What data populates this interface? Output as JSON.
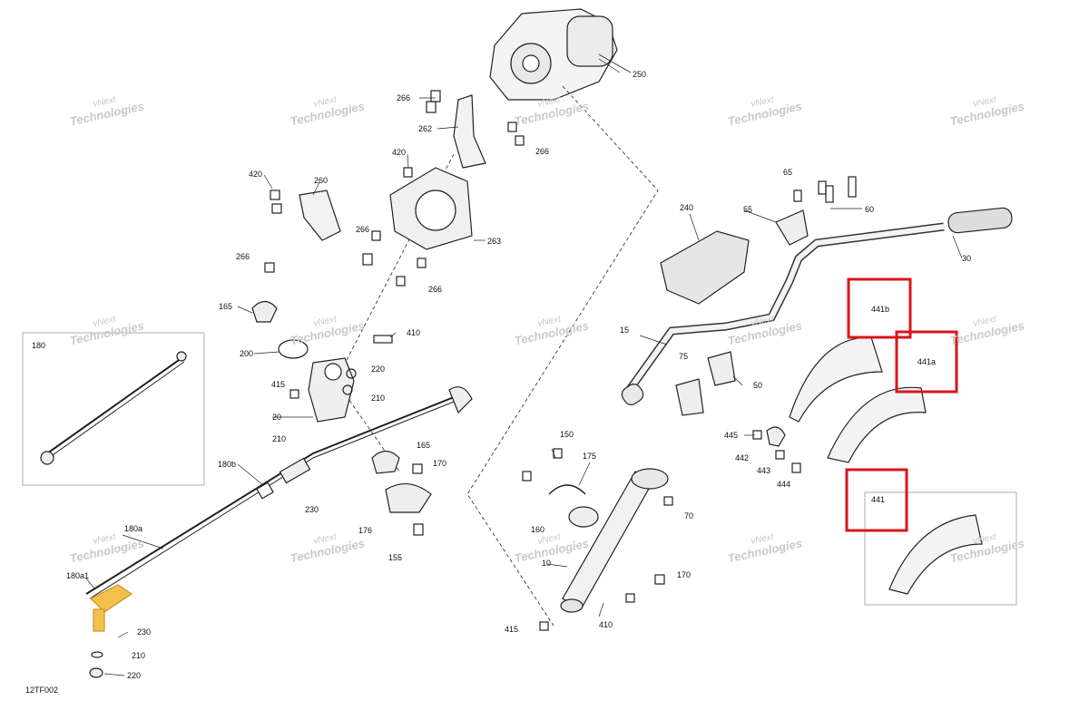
{
  "drawing_code": "12TF002",
  "watermark": {
    "line1": "vNext",
    "line2": "Technologies"
  },
  "highlight_color": "#d9151b",
  "tie_rod_end_color": "#f2c14a",
  "callouts": [
    "250",
    "266",
    "262",
    "266",
    "420",
    "420",
    "260",
    "263",
    "266",
    "266",
    "266",
    "165",
    "410",
    "200",
    "220",
    "415",
    "210",
    "20",
    "210",
    "165",
    "170",
    "180b",
    "230",
    "176",
    "155",
    "180",
    "180a",
    "180a1",
    "230",
    "210",
    "220",
    "150",
    "175",
    "160",
    "70",
    "10",
    "170",
    "410",
    "415",
    "240",
    "55",
    "65",
    "60",
    "30",
    "15",
    "75",
    "50",
    "445",
    "442",
    "443",
    "444",
    "441b",
    "441a",
    "441"
  ]
}
